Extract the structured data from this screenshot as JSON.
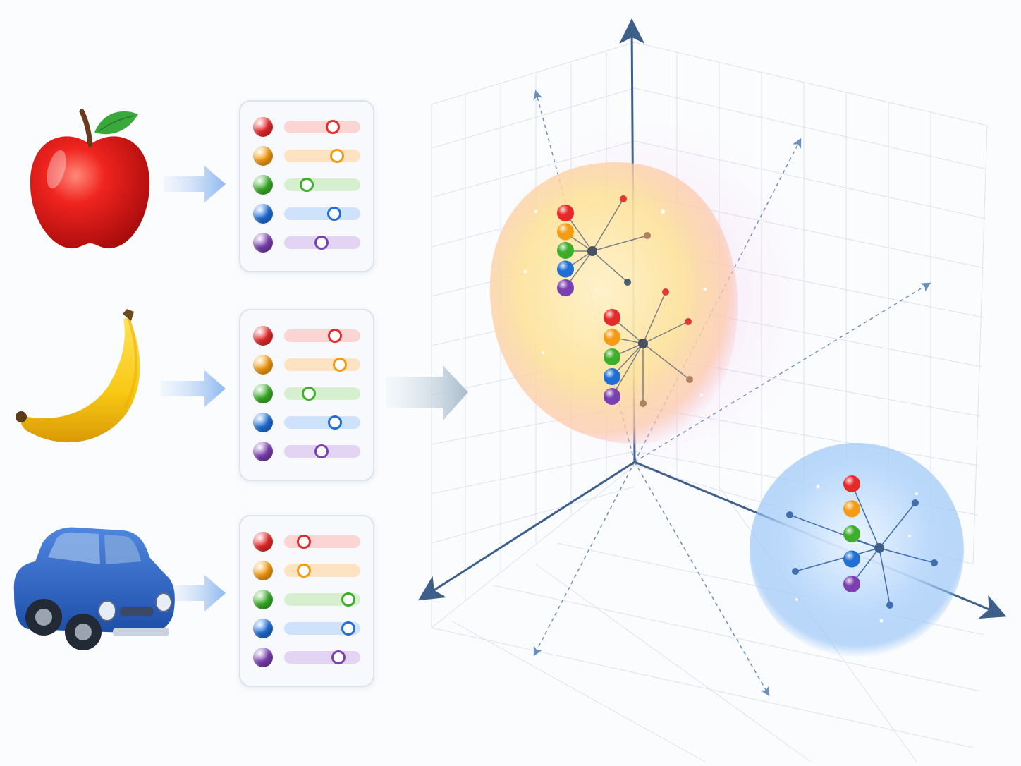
{
  "colors": {
    "features": [
      "#e52a2a",
      "#f39c12",
      "#3cae2a",
      "#1f6fd6",
      "#7a3fb0"
    ],
    "bars": [
      "#fbd4d4",
      "#fde3c2",
      "#d6f0cf",
      "#cfe2fb",
      "#e4d4f4"
    ],
    "axis": "#3e5f8a",
    "arrow": "#9cc2f2",
    "warm_cluster": "#fbd97a",
    "cool_cluster": "#8fc0f5"
  },
  "items": [
    {
      "icon": "apple-icon",
      "feature_levels": [
        0.67,
        0.74,
        0.25,
        0.69,
        0.49
      ]
    },
    {
      "icon": "banana-icon",
      "feature_levels": [
        0.7,
        0.78,
        0.28,
        0.7,
        0.49
      ]
    },
    {
      "icon": "car-icon",
      "feature_levels": [
        0.21,
        0.2,
        0.92,
        0.92,
        0.76
      ]
    }
  ]
}
